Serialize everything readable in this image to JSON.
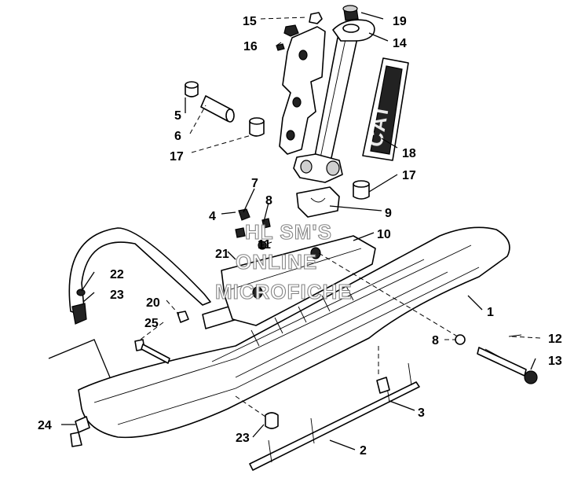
{
  "diagram": {
    "watermark": [
      "HL SM'S",
      "ONLINE",
      "MICROFICHE"
    ],
    "decal_text": "CAT",
    "callouts": [
      {
        "id": "c15",
        "label": "15"
      },
      {
        "id": "c19",
        "label": "19"
      },
      {
        "id": "c14",
        "label": "14"
      },
      {
        "id": "c16",
        "label": "16"
      },
      {
        "id": "c5",
        "label": "5"
      },
      {
        "id": "c6",
        "label": "6"
      },
      {
        "id": "c17a",
        "label": "17"
      },
      {
        "id": "c18",
        "label": "18"
      },
      {
        "id": "c17b",
        "label": "17"
      },
      {
        "id": "c7",
        "label": "7"
      },
      {
        "id": "c8a",
        "label": "8"
      },
      {
        "id": "c4",
        "label": "4"
      },
      {
        "id": "c9",
        "label": "9"
      },
      {
        "id": "c10",
        "label": "10"
      },
      {
        "id": "c11",
        "label": "11"
      },
      {
        "id": "c21",
        "label": "21"
      },
      {
        "id": "c22",
        "label": "22"
      },
      {
        "id": "c23a",
        "label": "23"
      },
      {
        "id": "c1",
        "label": "1"
      },
      {
        "id": "c20",
        "label": "20"
      },
      {
        "id": "c25",
        "label": "25"
      },
      {
        "id": "c12",
        "label": "12"
      },
      {
        "id": "c8b",
        "label": "8"
      },
      {
        "id": "c13",
        "label": "13"
      },
      {
        "id": "c3",
        "label": "3"
      },
      {
        "id": "c24",
        "label": "24"
      },
      {
        "id": "c23b",
        "label": "23"
      },
      {
        "id": "c2",
        "label": "2"
      }
    ]
  }
}
